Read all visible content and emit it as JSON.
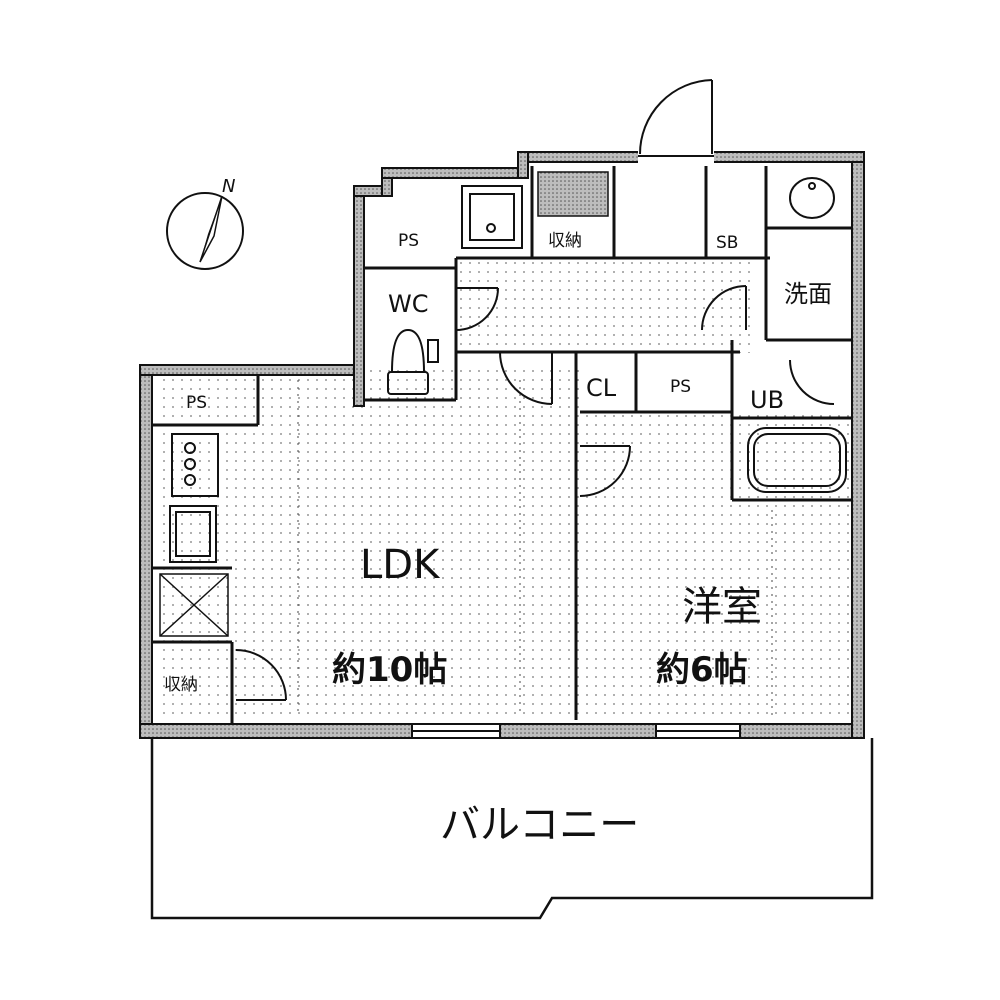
{
  "compass": {
    "label": "N"
  },
  "rooms": {
    "ldk_name": "LDK",
    "ldk_size": "約10帖",
    "western_name": "洋室",
    "western_size": "約6帖",
    "balcony": "バルコニー",
    "wc": "WC",
    "cl": "CL",
    "ub": "UB",
    "sb": "SB",
    "washroom": "洗面",
    "storage_top": "収納",
    "storage_kitchen": "収納",
    "ps_top": "PS",
    "ps_kitchen": "PS",
    "ps_middle": "PS"
  }
}
